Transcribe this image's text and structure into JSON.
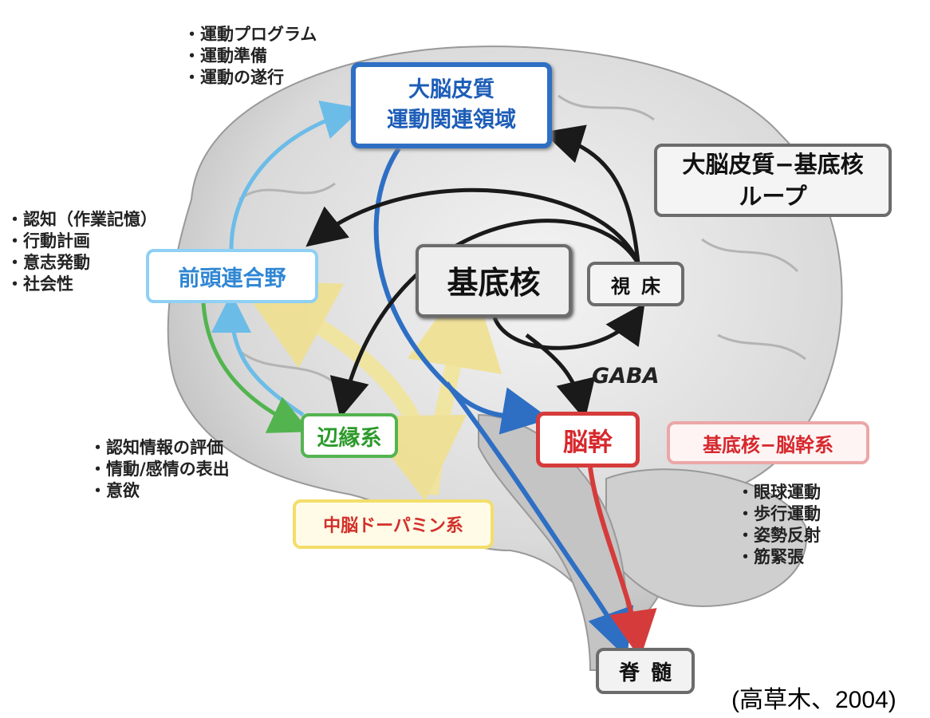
{
  "nodes": {
    "cortex": [
      "大脳皮質",
      "運動関連領域"
    ],
    "frontal": "前頭連合野",
    "limbic": "辺縁系",
    "dopamine": "中脳ドーパミン系",
    "basal_ganglia": "基底核",
    "thalamus": "視床",
    "brainstem": "脳幹",
    "spinal_cord": "脊髄"
  },
  "loops": {
    "cortex_bg": [
      "大脳皮質−基底核",
      "ループ"
    ],
    "bg_brainstem": "基底核−脳幹系"
  },
  "bullets": {
    "cortex": [
      "運動プログラム",
      "運動準備",
      "運動の遂行"
    ],
    "frontal": [
      "認知（作業記憶）",
      "行動計画",
      "意志発動",
      "社会性"
    ],
    "limbic": [
      "認知情報の評価",
      "情動/感情の表出",
      "意欲"
    ],
    "brainstem": [
      "眼球運動",
      "歩行運動",
      "姿勢反射",
      "筋緊張"
    ]
  },
  "gaba_label": "GABA",
  "citation": "(高草木、2004)",
  "colors": {
    "cortex_blue": "#2e6fc4",
    "frontal_light_blue": "#8fd0f4",
    "limbic_green": "#53b44f",
    "dopamine_yellow": "#f3de6b",
    "brainstem_red": "#d63b3b",
    "gray": "#6c6c6c"
  }
}
